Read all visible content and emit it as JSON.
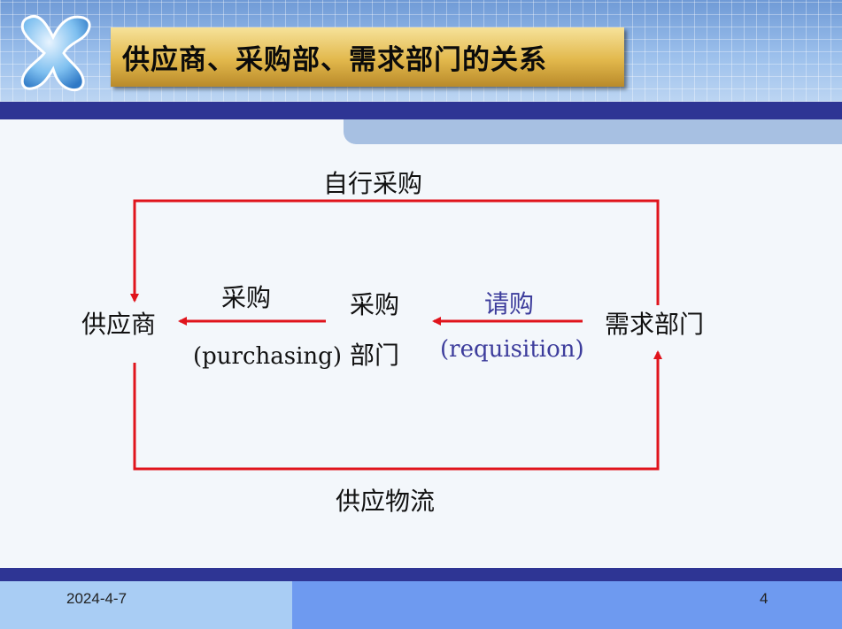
{
  "slide": {
    "title": "供应商、采购部、需求部门的关系",
    "footer_date": "2024-4-7",
    "page_number": "4"
  },
  "diagram": {
    "top_label": "自行采购",
    "bottom_label": "供应物流",
    "supplier": "供应商",
    "purchasing_dept_line1": "采购",
    "purchasing_dept_line2": "部门",
    "demand_dept": "需求部门",
    "purchasing_cn": "采购",
    "purchasing_en": "(purchasing)",
    "requisition_cn": "请购",
    "requisition_en": "(requisition)"
  },
  "colors": {
    "arrow": "#e0141c",
    "title_bar": "#2e3594",
    "requisition_text": "#3d3d9c"
  }
}
